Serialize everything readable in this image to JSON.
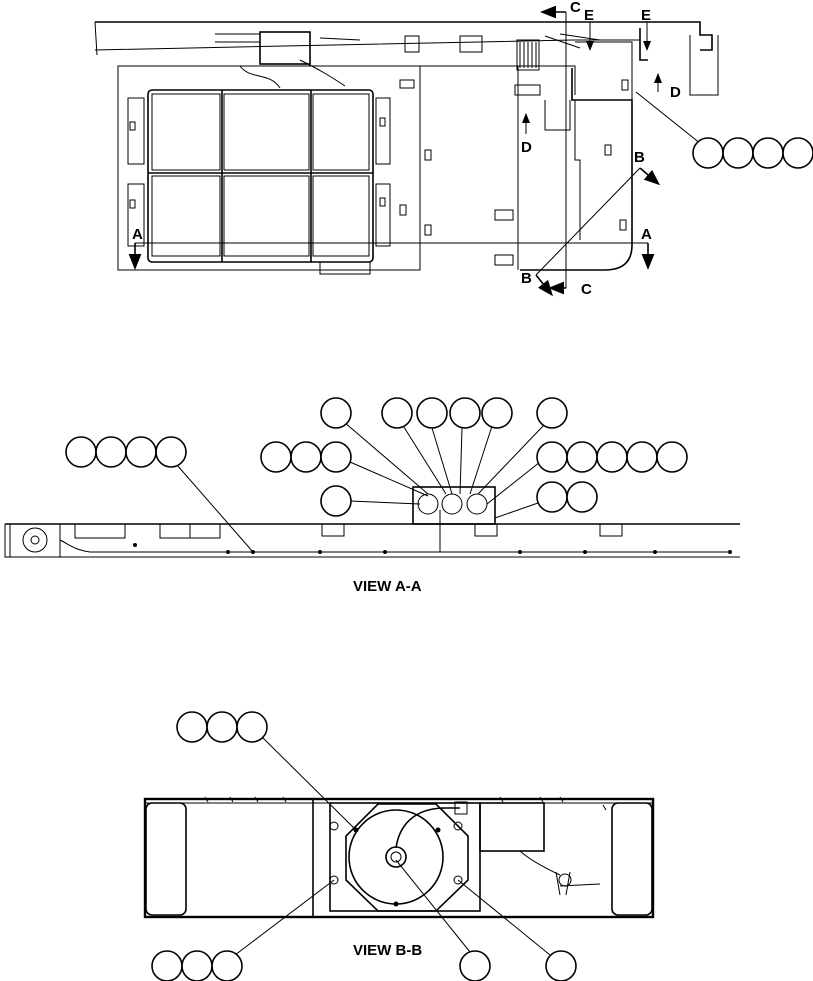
{
  "section_markers": {
    "a": "A",
    "b": "B",
    "c": "C",
    "d": "D",
    "e": "E"
  },
  "views": {
    "view_a_a": "VIEW A-A",
    "view_b_b": "VIEW B-B"
  },
  "colors": {
    "ink": "#000000",
    "paper": "#ffffff"
  }
}
